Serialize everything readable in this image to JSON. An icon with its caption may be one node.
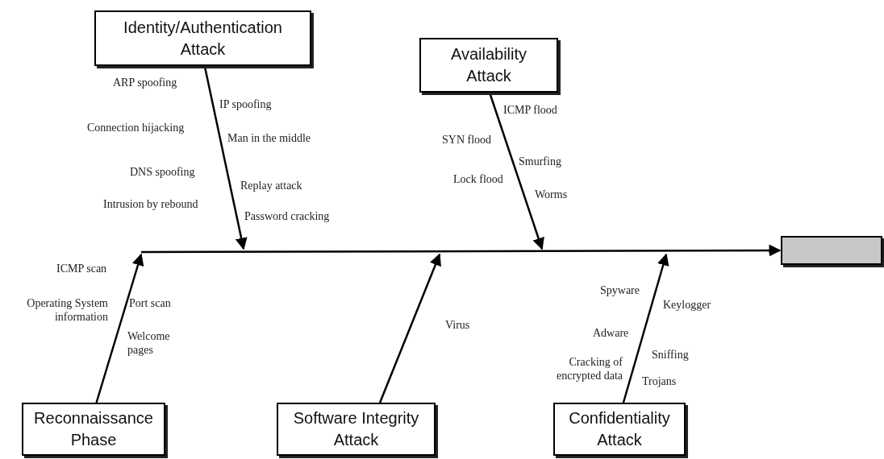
{
  "diagram": {
    "nodes": [
      {
        "text": [
          "Identity/Authentication Attack"
        ]
      },
      {
        "text": [
          "Availability Attack"
        ]
      },
      {
        "text": [
          "Reconnaissance Phase"
        ]
      },
      {
        "text": [
          "Software Integrity Attack"
        ]
      },
      {
        "text": [
          "Confidentiality Attack"
        ]
      },
      {
        "text": [],
        "shape": "box"
      }
    ],
    "edges": [
      {
        "from": 0,
        "to": null,
        "arrow": "to"
      },
      {
        "from": 1,
        "to": null,
        "arrow": "to"
      },
      {
        "from": 2,
        "to": null,
        "arrow": "to"
      },
      {
        "from": 3,
        "to": null,
        "arrow": "to"
      },
      {
        "from": 4,
        "to": null,
        "arrow": "to"
      },
      {
        "from": null,
        "to": 5,
        "arrow": "to"
      }
    ],
    "labels": [
      "ARP spoofing",
      "IP spoofing",
      "Connection hijacking",
      "Man in the middle",
      "DNS spoofing",
      "Replay attack",
      "Intrusion by rebound",
      "Password cracking",
      "ICMP flood",
      "SYN flood",
      "Smurfing",
      "Lock flood",
      "Worms",
      "ICMP scan",
      "Operating System information",
      "Port scan",
      "Welcome pages",
      "Virus",
      "Spyware",
      "Keylogger",
      "Adware",
      "Sniffing",
      "Cracking of encrypted data",
      "Trojans"
    ]
  }
}
